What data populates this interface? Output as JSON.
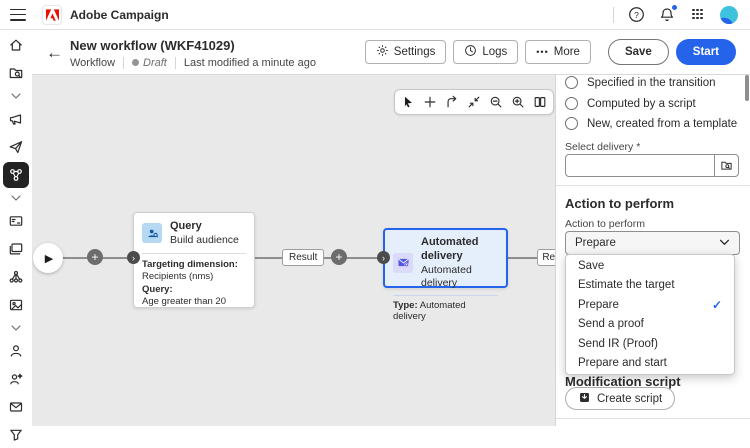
{
  "topbar": {
    "app_title": "Adobe Campaign"
  },
  "header": {
    "title": "New workflow (WKF41029)",
    "type": "Workflow",
    "status": "Draft",
    "modified": "Last modified a minute ago",
    "settings_label": "Settings",
    "logs_label": "Logs",
    "more_label": "More",
    "save_label": "Save",
    "start_label": "Start"
  },
  "icons": {
    "back": "←",
    "play": "▶",
    "plus": "+",
    "port": "›",
    "more_dots": "•••",
    "check": "✓",
    "help": "?"
  },
  "canvas": {
    "query_node": {
      "title": "Query",
      "subtitle": "Build audience",
      "field1_label": "Targeting dimension:",
      "field1_value": "Recipients (nms)",
      "field2_label": "Query:",
      "field2_value": "Age greater than 20"
    },
    "delivery_node": {
      "title": "Automated delivery",
      "subtitle": "Automated delivery",
      "type_label": "Type:",
      "type_value": "Automated delivery"
    },
    "transition1_label": "Result",
    "transition2_label": "Resu"
  },
  "panel": {
    "radios": {
      "0": "Specified in the transition",
      "1": "Computed by a script",
      "2": "New, created from a template"
    },
    "select_delivery_label": "Select delivery",
    "required_mark": "*",
    "action_section_title": "Action to perform",
    "action_field_label": "Action to perform",
    "action_value": "Prepare",
    "dropdown_items": {
      "0": {
        "label": "Save",
        "selected": false
      },
      "1": {
        "label": "Estimate the target",
        "selected": false
      },
      "2": {
        "label": "Prepare",
        "selected": true
      },
      "3": {
        "label": "Send a proof",
        "selected": false
      },
      "4": {
        "label": "Send IR (Proof)",
        "selected": false
      },
      "5": {
        "label": "Prepare and start",
        "selected": false
      }
    },
    "modification_section_title": "Modification script",
    "create_script_label": "Create script"
  },
  "colors": {
    "accent": "#2563eb",
    "canvas_bg": "#e9e9e9",
    "selected_node_bg": "#e5eefb",
    "query_icon_bg": "#b5d9f2",
    "query_icon_glyph": "#14589c",
    "delivery_icon_bg": "#dcdafb",
    "delivery_icon_glyph": "#5258e4",
    "adobe_red": "#eb1000"
  }
}
